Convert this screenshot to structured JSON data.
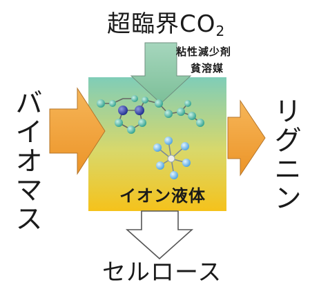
{
  "top_label": {
    "main": "超臨界CO",
    "sub": "2"
  },
  "notes": [
    "粘性減少剤",
    "貧溶媒"
  ],
  "left_label": "バイオマス",
  "right_label": "リグニン",
  "box_label": "イオン液体",
  "bottom_label": "セルロース",
  "colors": {
    "box_top": "#7fcdb8",
    "box_bottom": "#f5c21b",
    "green_arrow": "#8fcaa6",
    "orange_arrow": "#f0a23c",
    "cation_teal": "#3cae9a",
    "cation_blue": "#23339a",
    "anion_blue": "#5aaee6"
  }
}
